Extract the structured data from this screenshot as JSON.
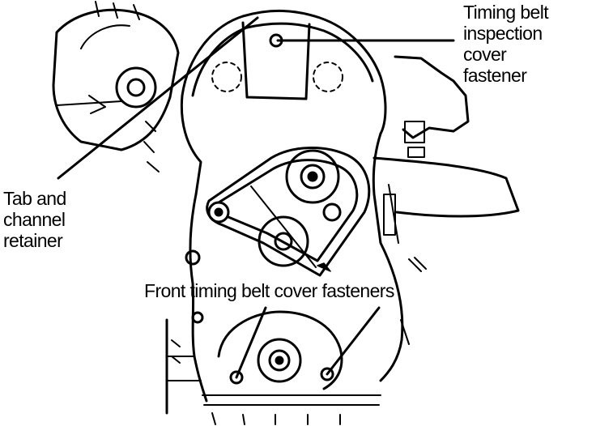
{
  "labels": {
    "inspection_cover_fastener": "Timing belt\ninspection\ncover\nfastener",
    "tab_and_channel_retainer": "Tab and\nchannel\nretainer",
    "front_cover_fasteners": "Front timing belt cover fasteners"
  },
  "colors": {
    "ink": "#000000",
    "paper": "#ffffff"
  }
}
